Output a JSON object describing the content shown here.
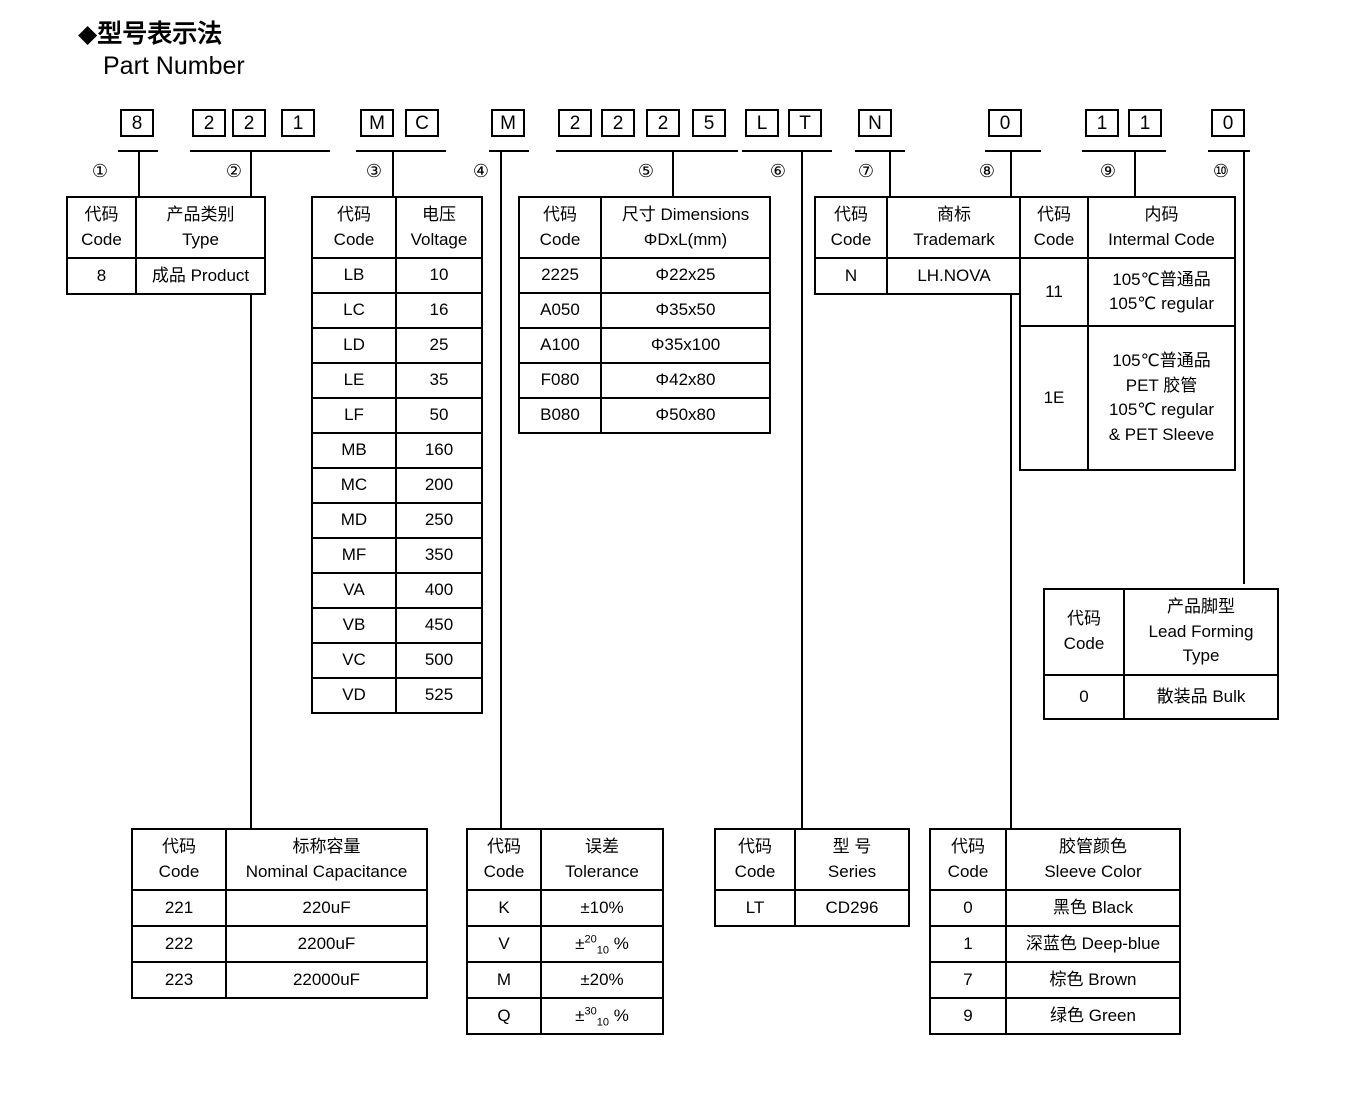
{
  "heading": {
    "bullet": "◆",
    "title_cn": "型号表示法",
    "title_en": "Part Number"
  },
  "part_number": {
    "groups": [
      {
        "id": "1",
        "marker": "①",
        "chars": [
          "8"
        ]
      },
      {
        "id": "2",
        "marker": "②",
        "chars": [
          "2",
          "2",
          "1"
        ]
      },
      {
        "id": "3",
        "marker": "③",
        "chars": [
          "M",
          "C"
        ]
      },
      {
        "id": "4",
        "marker": "④",
        "chars": [
          "M"
        ]
      },
      {
        "id": "5",
        "marker": "⑤",
        "chars": [
          "2",
          "2",
          "2",
          "5"
        ]
      },
      {
        "id": "6",
        "marker": "⑥",
        "chars": [
          "L",
          "T"
        ]
      },
      {
        "id": "7",
        "marker": "⑦",
        "chars": [
          "N"
        ]
      },
      {
        "id": "8",
        "marker": "⑧",
        "chars": [
          "0"
        ]
      },
      {
        "id": "9",
        "marker": "⑨",
        "chars": [
          "1",
          "1"
        ]
      },
      {
        "id": "10",
        "marker": "⑩",
        "chars": [
          "0"
        ]
      }
    ]
  },
  "tables": {
    "type": {
      "header": {
        "code_cn": "代码",
        "code_en": "Code",
        "value_cn": "产品类别",
        "value_en": "Type"
      },
      "rows": [
        {
          "code": "8",
          "value": "成品 Product"
        }
      ]
    },
    "voltage": {
      "header": {
        "code_cn": "代码",
        "code_en": "Code",
        "value_cn": "电压",
        "value_en": "Voltage"
      },
      "rows": [
        {
          "code": "LB",
          "value": "10"
        },
        {
          "code": "LC",
          "value": "16"
        },
        {
          "code": "LD",
          "value": "25"
        },
        {
          "code": "LE",
          "value": "35"
        },
        {
          "code": "LF",
          "value": "50"
        },
        {
          "code": "MB",
          "value": "160"
        },
        {
          "code": "MC",
          "value": "200"
        },
        {
          "code": "MD",
          "value": "250"
        },
        {
          "code": "MF",
          "value": "350"
        },
        {
          "code": "VA",
          "value": "400"
        },
        {
          "code": "VB",
          "value": "450"
        },
        {
          "code": "VC",
          "value": "500"
        },
        {
          "code": "VD",
          "value": "525"
        }
      ]
    },
    "dimensions": {
      "header": {
        "code_cn": "代码",
        "code_en": "Code",
        "value_cn": "尺寸 Dimensions",
        "value_en": "ΦDxL(mm)"
      },
      "rows": [
        {
          "code": "2225",
          "value": "Φ22x25"
        },
        {
          "code": "A050",
          "value": "Φ35x50"
        },
        {
          "code": "A100",
          "value": "Φ35x100"
        },
        {
          "code": "F080",
          "value": "Φ42x80"
        },
        {
          "code": "B080",
          "value": "Φ50x80"
        }
      ]
    },
    "trademark": {
      "header": {
        "code_cn": "代码",
        "code_en": "Code",
        "value_cn": "商标",
        "value_en": "Trademark"
      },
      "rows": [
        {
          "code": "N",
          "value": "LH.NOVA"
        }
      ]
    },
    "internal_code": {
      "header": {
        "code_cn": "代码",
        "code_en": "Code",
        "value_cn": "内码",
        "value_en": "Intermal Code"
      },
      "rows": [
        {
          "code": "11",
          "lines": [
            "105℃普通品",
            "105℃  regular"
          ]
        },
        {
          "code": "1E",
          "lines": [
            "105℃普通品",
            "PET 胶管",
            "105℃  regular",
            "& PET Sleeve"
          ]
        }
      ]
    },
    "lead_forming": {
      "header": {
        "code_cn": "代码",
        "code_en": "Code",
        "value_l1": "产品脚型",
        "value_l2": "Lead Forming",
        "value_l3": "Type"
      },
      "rows": [
        {
          "code": "0",
          "value": "散装品 Bulk"
        }
      ]
    },
    "capacitance": {
      "header": {
        "code_cn": "代码",
        "code_en": "Code",
        "value_cn": "标称容量",
        "value_en": "Nominal Capacitance"
      },
      "rows": [
        {
          "code": "221",
          "value": "220uF"
        },
        {
          "code": "222",
          "value": "2200uF"
        },
        {
          "code": "223",
          "value": "22000uF"
        }
      ]
    },
    "tolerance": {
      "header": {
        "code_cn": "代码",
        "code_en": "Code",
        "value_cn": "误差",
        "value_en": "Tolerance"
      },
      "rows": [
        {
          "code": "K",
          "plain": "±10%"
        },
        {
          "code": "V",
          "sign": "±",
          "sup": "20",
          "sub": "10",
          "unit": "%"
        },
        {
          "code": "M",
          "plain": "±20%"
        },
        {
          "code": "Q",
          "sign": "±",
          "sup": "30",
          "sub": "10",
          "unit": "%"
        }
      ]
    },
    "series": {
      "header": {
        "code_cn": "代码",
        "code_en": "Code",
        "value_cn": "型 号",
        "value_en": "Series"
      },
      "rows": [
        {
          "code": "LT",
          "value": "CD296"
        }
      ]
    },
    "sleeve_color": {
      "header": {
        "code_cn": "代码",
        "code_en": "Code",
        "value_cn": "胶管颜色",
        "value_en": "Sleeve Color"
      },
      "rows": [
        {
          "code": "0",
          "value": "黑色 Black"
        },
        {
          "code": "1",
          "value": "深蓝色 Deep-blue"
        },
        {
          "code": "7",
          "value": "棕色 Brown"
        },
        {
          "code": "9",
          "value": "绿色 Green"
        }
      ]
    }
  }
}
